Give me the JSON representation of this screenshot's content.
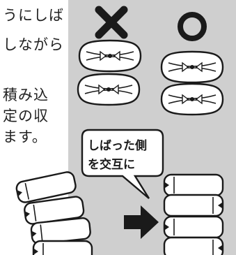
{
  "instructions": {
    "lines": [
      "うにしば",
      "しながら",
      "",
      "積み込",
      "定の収",
      "ます。"
    ]
  },
  "wrong_mark": "×",
  "right_mark": "○",
  "callout": {
    "line1": "しばった側",
    "line2": "を交互に"
  },
  "colors": {
    "panel": "#cfcfcf",
    "mark": "#1a1a1a",
    "bag_fill": "#ffffff"
  }
}
